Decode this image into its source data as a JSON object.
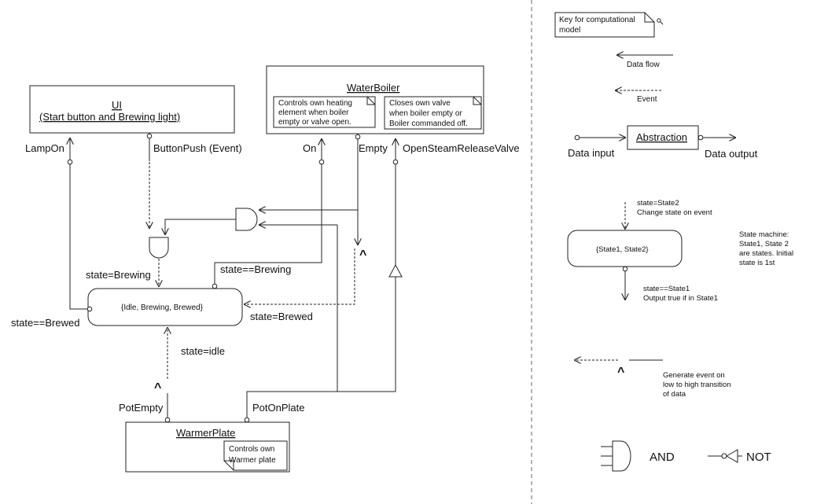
{
  "ui": {
    "title_line1": "UI",
    "title_line2": "(Start button and Brewing light)"
  },
  "water_boiler": {
    "title": "WaterBoiler",
    "note1": [
      "Controls own heating",
      "element when boiler",
      "empty or valve open."
    ],
    "note2": [
      "Closes own valve",
      "when boiler empty or",
      "Boiler commanded off."
    ]
  },
  "warmer_plate": {
    "title": "WarmerPlate",
    "note": [
      "Controls own",
      "Warmer plate"
    ]
  },
  "state_machine": {
    "states": "{Idle, Brewing, Brewed}"
  },
  "signals": {
    "lamp_on": "LampOn",
    "button_push": "ButtonPush (Event)",
    "on": "On",
    "empty": "Empty",
    "open_steam": "OpenSteamReleaseValve",
    "state_brewing": "state=Brewing",
    "state_eq_brewing": "state==Brewing",
    "state_brewed": "state=Brewed",
    "state_eq_brewed": "state==Brewed",
    "state_idle": "state=idle",
    "pot_empty": "PotEmpty",
    "pot_on_plate": "PotOnPlate",
    "caret": "^"
  },
  "key": {
    "title": [
      "Key for computational",
      "model"
    ],
    "data_flow": "Data flow",
    "event": "Event",
    "abstraction": "Abstraction",
    "data_input": "Data input",
    "data_output": "Data output",
    "sm_change": [
      "state=State2",
      "Change state on event"
    ],
    "sm_states": "{State1, State2}",
    "sm_desc": [
      "State machine:",
      "State1, State 2",
      "are states. Initial",
      "state is 1st"
    ],
    "sm_output": [
      "state==State1",
      "Output true if in State1"
    ],
    "caret": "^",
    "gen_event": [
      "Generate event on",
      "low to high transition",
      "of data"
    ],
    "and": "AND",
    "not": "NOT"
  }
}
